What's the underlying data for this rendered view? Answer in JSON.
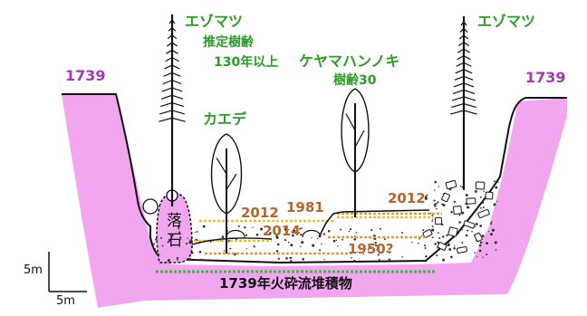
{
  "colors": {
    "deposit_fill": "#f2a6f0",
    "tree_label": "#2e9a2a",
    "year_1739": "#a13ab0",
    "layer_year": "#b5652a",
    "layer_dash_yellow": "#e8c23a",
    "layer_dash_orange": "#e09a4a",
    "bottom_dash_green": "#3fb93a"
  },
  "icons": [
    "conifer-tree-icon",
    "broadleaf-tree-icon",
    "rock-fragment-icon"
  ],
  "labels": {
    "tree_left_name": "エゾマツ",
    "tree_left_note1": "推定樹齢",
    "tree_left_note2": "130年以上",
    "tree_right_name": "エゾマツ",
    "maple": "カエデ",
    "alder_name": "ケヤマハンノキ",
    "alder_age": "樹齢30",
    "year_left": "1739",
    "year_right": "1739",
    "rockfall_1": "落",
    "rockfall_2": "石",
    "layer_2012_left": "2012",
    "layer_1981": "1981",
    "layer_2012_right": "2012",
    "layer_2014": "2014",
    "layer_1950": "1950?",
    "deposit": "1739年火砕流堆積物",
    "scale_vertical": "5m",
    "scale_horizontal": "5m"
  }
}
